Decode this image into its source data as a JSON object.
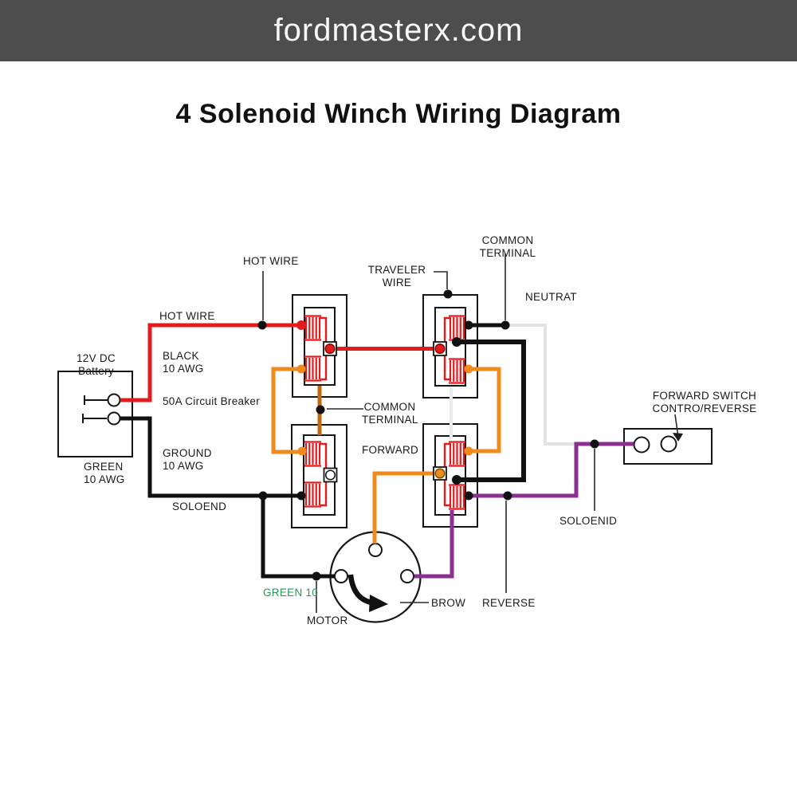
{
  "header": {
    "site_name": "fordmasterx.com"
  },
  "title": "4 Solenoid Winch Wiring Diagram",
  "colors": {
    "header_bg": "#4d4d4d",
    "hot_red": "#e31b1c",
    "orange": "#ef8a1d",
    "dark_orange": "#c2690f",
    "black_wire": "#111111",
    "purple": "#8b2f90",
    "neutral_gray": "#e3e3e3",
    "white_wire": "#ececec",
    "green_text": "#1f9e54",
    "label_color": "#1a1a1a"
  },
  "labels": {
    "hot_wire_left": "HOT WIRE",
    "hot_wire_top": "HOT WIRE",
    "traveler_wire": "TRAVELER\nWIRE",
    "common_terminal_top": "COMMON\nTERMINAL",
    "neutral": "NEUTRAT",
    "common_terminal_mid": "COMMON\nTERMINAL",
    "forward": "FORWARD",
    "battery": "12V DC Battery",
    "black_gauge": "BLACK\n10 AWG",
    "circuit_breaker": "50A Circuit Breaker",
    "ground_gauge": "GROUND\n10 AWG",
    "green_gauge": "GREEN\n10 AWG",
    "soloend": "SOLOEND",
    "green_10": "GREEN 10",
    "motor": "MOTOR",
    "brow": "BROW",
    "reverse": "REVERSE",
    "soloenid": "SOLOENID",
    "switch_control": "FORWARD SWITCH\nCONTRO/REVERSE"
  }
}
